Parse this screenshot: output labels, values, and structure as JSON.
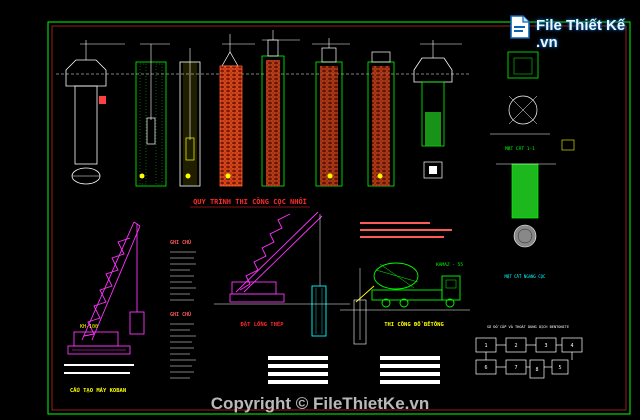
{
  "colors": {
    "background": "#000000",
    "frame": "#00ff00",
    "title": "#ff2a2a",
    "crane": "#ff33ff",
    "rebar": "#00ffff",
    "text": "#ffffff",
    "highlight": "#ffff00",
    "brick": "#ff5a2a"
  },
  "drawing": {
    "process_title": "QUY TRÌNH THI CÔNG CỌC NHỒI",
    "crane_caption": "CẤU TẠO MÁY KOBAN",
    "cage_caption": "ĐẶT LỒNG THÉP",
    "pour_caption": "THI CÔNG ĐỔ BÊTÔNG",
    "crane_model": "KH-100",
    "notes_title": "GHI CHÚ",
    "legend_title": "GHI CHÚ",
    "flow_caption": "SƠ ĐỒ CẤP VÀ THOÁT DUNG DỊCH BENTONITE",
    "flow_boxes": [
      "1",
      "2",
      "3",
      "4",
      "6",
      "7",
      "8",
      "5"
    ],
    "truck_label": "KAMAZ - 55",
    "section_caption": "MẶT CẮT 1-1",
    "side_caption": "MẶT CẮT NGANG CỌC"
  },
  "brand": {
    "logo_text": "File Thiết Kế .vn",
    "watermark": "Copyright © FileThietKe.vn"
  }
}
